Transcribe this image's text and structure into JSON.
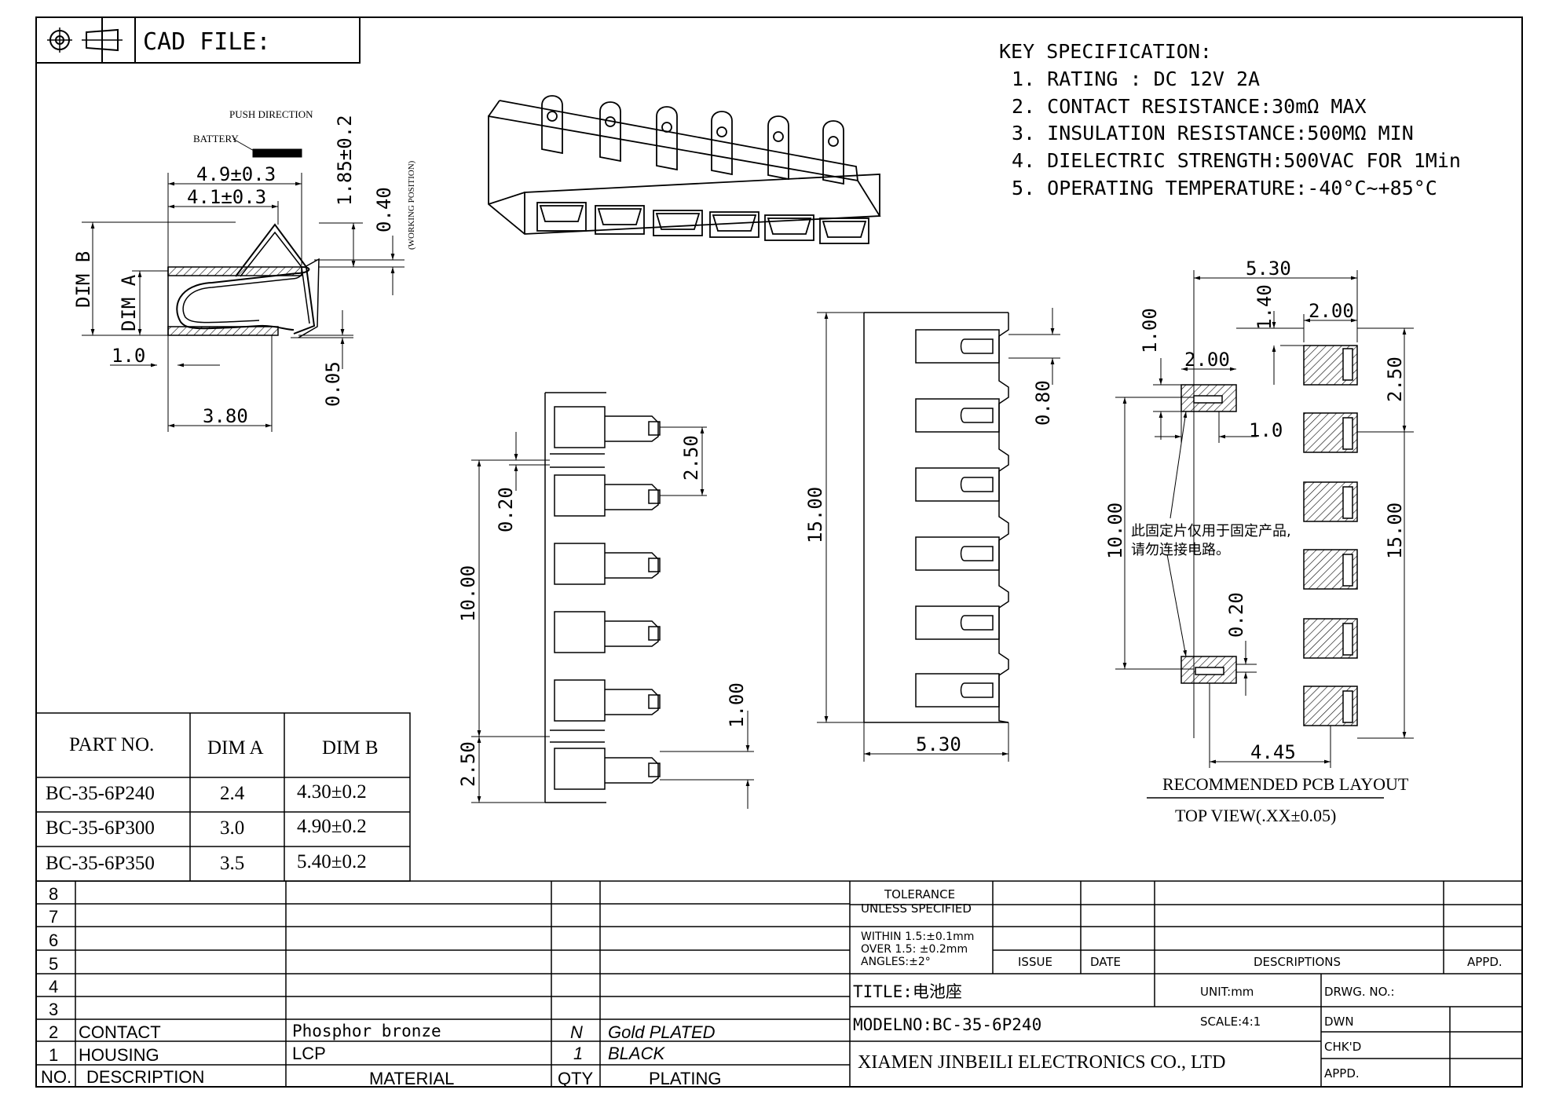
{
  "cad_file": "CAD FILE:",
  "key_spec": {
    "title": "KEY SPECIFICATION:",
    "items": [
      "1. RATING : DC 12V   2A",
      "2. CONTACT RESISTANCE:30mΩ MAX",
      "3. INSULATION RESISTANCE:500MΩ MIN",
      "4. DIELECTRIC STRENGTH:500VAC FOR 1Min",
      "5. OPERATING TEMPERATURE:-40°C~+85°C"
    ]
  },
  "side_view": {
    "push_direction": "PUSH DIRECTION",
    "battery": "BATTERY",
    "working_position": "(WORKING POSITION)",
    "dim_49": "4.9±0.3",
    "dim_41": "4.1±0.3",
    "dim_185": "1.85±0.2",
    "dim_040": "0.40",
    "dim_b": "DIM B",
    "dim_a": "DIM A",
    "dim_10": "1.0",
    "dim_005": "0.05",
    "dim_380": "3.80"
  },
  "part_table": {
    "headers": [
      "PART NO.",
      "DIM A",
      "DIM B"
    ],
    "rows": [
      [
        "BC-35-6P240",
        "2.4",
        "4.30±0.2"
      ],
      [
        "BC-35-6P300",
        "3.0",
        "4.90±0.2"
      ],
      [
        "BC-35-6P350",
        "3.5",
        "5.40±0.2"
      ]
    ]
  },
  "front_view": {
    "dim_250a": "2.50",
    "dim_020": "0.20",
    "dim_1000": "10.00",
    "dim_100": "1.00",
    "dim_250b": "2.50"
  },
  "top_view": {
    "dim_1500": "15.00",
    "dim_080": "0.80",
    "dim_530": "5.30"
  },
  "pcb": {
    "dim_530": "5.30",
    "dim_140": "1.40",
    "dim_200a": "2.00",
    "dim_100": "1.00",
    "dim_200b": "2.00",
    "dim_10": "1.0",
    "dim_250": "2.50",
    "dim_1000": "10.00",
    "dim_1500": "15.00",
    "dim_020": "0.20",
    "dim_445": "4.45",
    "note_line1": "此固定片仅用于固定产品,",
    "note_line2": "请勿连接电路。",
    "recommended": "RECOMMENDED PCB LAYOUT",
    "topview": "TOP VIEW(.XX±0.05)"
  },
  "bom": {
    "row_numbers": [
      "8",
      "7",
      "6",
      "5",
      "4",
      "3"
    ],
    "rows": [
      {
        "no": "2",
        "description": "CONTACT",
        "material": "Phosphor bronze",
        "qty": "N",
        "plating": "Gold PLATED"
      },
      {
        "no": "1",
        "description": "HOUSING",
        "material": "LCP",
        "qty": "1",
        "plating": "BLACK"
      }
    ],
    "headers": {
      "no": "NO.",
      "description": "DESCRIPTION",
      "material": "MATERIAL",
      "qty": "QTY",
      "plating": "PLATING"
    }
  },
  "title_block": {
    "tolerance": "TOLERANCE",
    "unless": "UNLESS SPECIFIED",
    "within": "WITHIN 1.5:±0.1mm",
    "over": "OVER 1.5:  ±0.2mm",
    "angles": "ANGLES:±2°",
    "issue": "ISSUE",
    "date": "DATE",
    "descriptions": "DESCRIPTIONS",
    "appd": "APPD.",
    "title": "TITLE:电池座",
    "unit": "UNIT:mm",
    "drwg_no": "DRWG. NO.:",
    "model_no": "MODELNO:BC-35-6P240",
    "scale": "SCALE:4:1",
    "dwn": "DWN",
    "chkd": "CHK'D",
    "appd2": "APPD.",
    "company": "XIAMEN JINBEILI ELECTRONICS CO., LTD"
  }
}
